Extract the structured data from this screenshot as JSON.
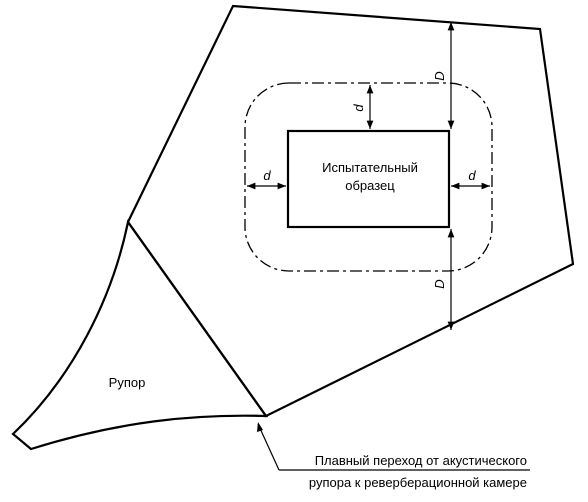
{
  "labels": {
    "specimen_line1": "Испытательный",
    "specimen_line2": "образец",
    "horn": "Рупор",
    "transition_line1": "Плавный переход от акустического",
    "transition_line2": "рупора к реверберационной камере",
    "distance_d": "d",
    "distance_D": "D"
  }
}
